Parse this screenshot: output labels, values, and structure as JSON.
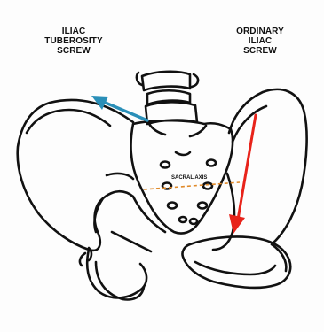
{
  "labels": {
    "left": [
      "ILIAC",
      "TUBEROSITY",
      "SCREW"
    ],
    "right": [
      "ORDINARY",
      "ILIAC",
      "SCREW"
    ],
    "sacral_axis": "SACRAL AXIS"
  },
  "colors": {
    "left_arrow": "#2a8fb8",
    "right_arrow": "#e8231a",
    "sacral_axis_line": "#e08a2a",
    "outline": "#111111"
  }
}
